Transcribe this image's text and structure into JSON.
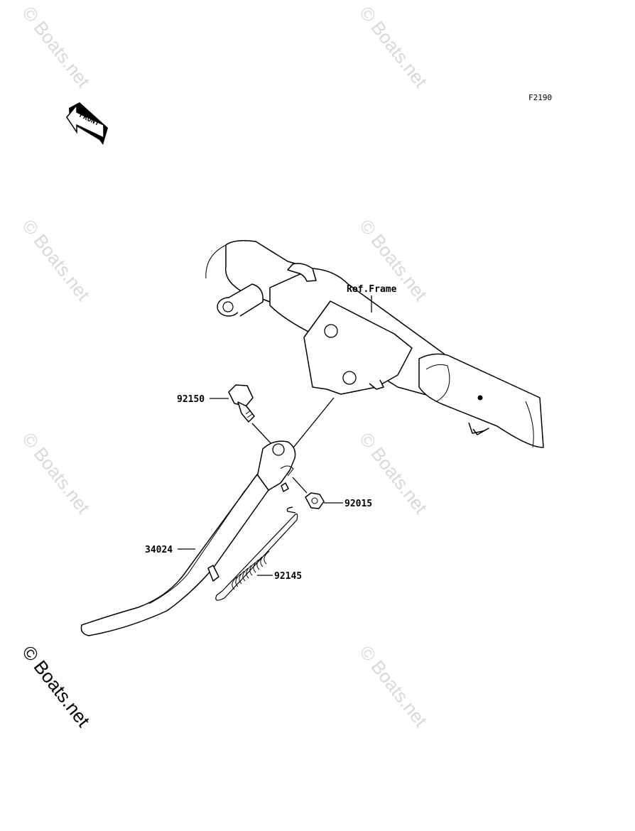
{
  "figure_code": "F2190",
  "front_badge": "FRONT",
  "watermark_text": "© Boats.net",
  "callouts": {
    "ref_frame": "Ref.Frame",
    "bolt": "92150",
    "nut": "92015",
    "stand": "34024",
    "spring": "92145"
  }
}
